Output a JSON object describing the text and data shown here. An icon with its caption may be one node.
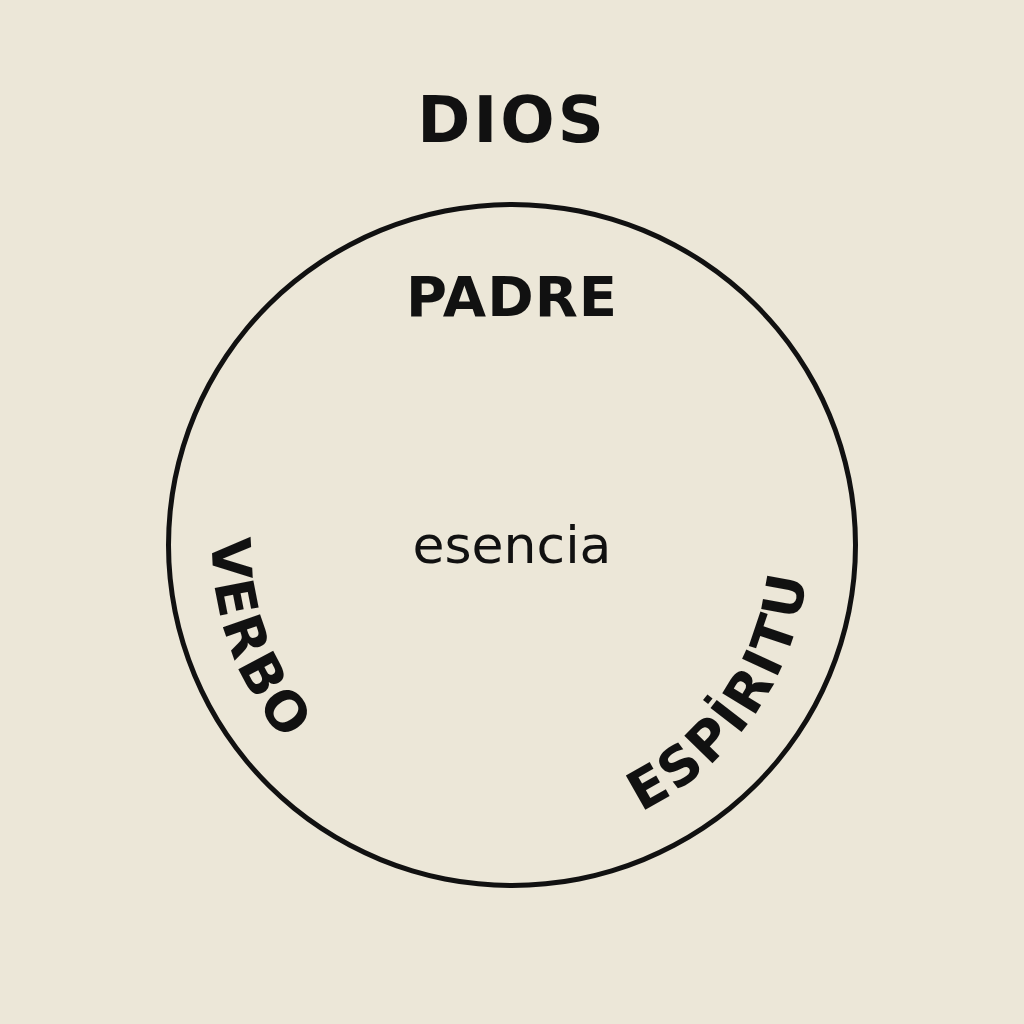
{
  "diagram": {
    "title": "DIOS",
    "nodes": [
      {
        "text": [
          "PADRE",
          "esencia",
          "VERBO",
          "ESPİRITU"
        ]
      }
    ]
  }
}
